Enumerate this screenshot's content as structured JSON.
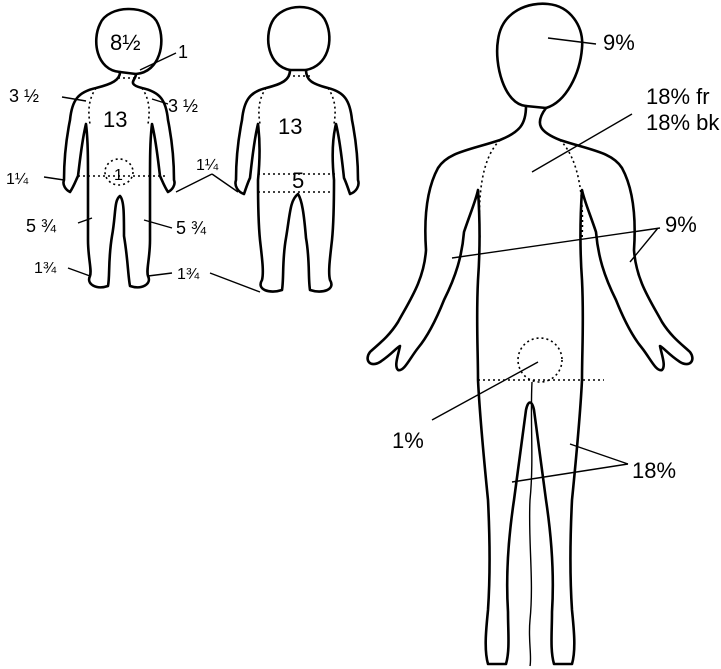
{
  "child_front": {
    "head": "8½",
    "neck": "1",
    "left_arm": "3 ½",
    "right_arm": "3 ½",
    "trunk": "13",
    "genital": "1",
    "left_hand": "1¼",
    "right_hand": "1¼",
    "left_leg": "5 ¾",
    "right_leg": "5 ¾",
    "left_foot": "1¾",
    "right_foot": "1¾"
  },
  "child_back": {
    "trunk": "13",
    "buttocks": "5"
  },
  "adult": {
    "head": "9%",
    "trunk_front": "18% fr",
    "trunk_back": "18% bk",
    "arms": "9%",
    "genital": "1%",
    "legs": "18%"
  }
}
